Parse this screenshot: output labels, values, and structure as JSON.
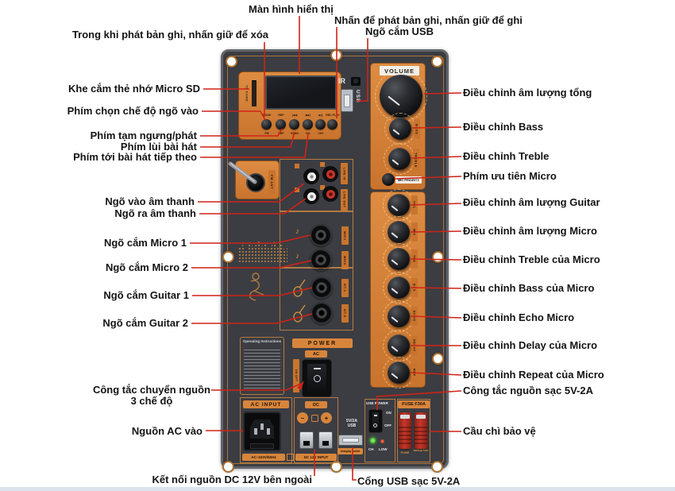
{
  "colors": {
    "panel": "#3b3d42",
    "accent_orange": "#d8853c",
    "leader_red": "#cf2318",
    "label_black": "#141414"
  },
  "callouts": {
    "top": [
      {
        "label": "Trong khi phát bản ghi, nhấn giữ để xóa"
      },
      {
        "label": "Màn hình hiển thị"
      },
      {
        "label": "Nhấn để phát bản ghi, nhấn giữ để ghi"
      },
      {
        "label": "Ngõ cắm USB"
      }
    ],
    "left": [
      {
        "label": "Khe cắm thẻ nhớ Micro SD"
      },
      {
        "label": "Phím chọn chế độ ngõ vào"
      },
      {
        "label": "Phím tạm ngưng/phát"
      },
      {
        "label": "Phím lùi bài hát"
      },
      {
        "label": "Phím tới bài hát tiếp theo"
      },
      {
        "label": "Ngõ vào âm thanh"
      },
      {
        "label": "Ngõ ra âm thanh"
      },
      {
        "label": "Ngõ cắm Micro 1"
      },
      {
        "label": "Ngõ cắm Micro 2"
      },
      {
        "label": "Ngõ cắm Guitar 1"
      },
      {
        "label": "Ngõ cắm Guitar 2"
      },
      {
        "label": "Công tắc chuyển nguồn",
        "label2": "3 chế độ"
      },
      {
        "label": "Nguồn AC vào"
      }
    ],
    "right": [
      {
        "label": "Điều chỉnh âm lượng tổng"
      },
      {
        "label": "Điều chỉnh Bass"
      },
      {
        "label": "Điều chỉnh Treble"
      },
      {
        "label": "Phím ưu tiên Micro"
      },
      {
        "label": "Điều chỉnh âm lượng Guitar"
      },
      {
        "label": "Điều chỉnh âm lượng Micro"
      },
      {
        "label": "Điều chỉnh Treble của Micro"
      },
      {
        "label": "Điều chỉnh Bass của Micro"
      },
      {
        "label": "Điều chỉnh Echo Micro"
      },
      {
        "label": "Điều chỉnh Delay của Micro"
      },
      {
        "label": "Điều chỉnh Repeat của Micro"
      },
      {
        "label": "Công tắc nguồn sạc 5V-2A"
      },
      {
        "label": "Cầu chì bảo vệ"
      }
    ],
    "bottom": [
      {
        "label": "Kết nối nguồn DC 12V bên ngoài"
      },
      {
        "label": "Cổng USB sạc 5V-2A"
      }
    ]
  },
  "panel": {
    "player": {
      "tf_card": "TF CARD",
      "ir": "IR",
      "usb": "USB",
      "buttons_top": [
        "MODE",
        "REP",
        "|◀◀",
        "▶▶|",
        "▶||",
        "REC PLAY"
      ],
      "buttons_bottom": [
        "FM",
        "REP",
        "SCAN",
        "CH-",
        "CH+"
      ]
    },
    "volume": "VOLUME",
    "bass_tag": "BASS",
    "treble_tag": "TREBLE",
    "mic_priority": "MIC PRIORITY",
    "knob_tags": [
      "VOL",
      "MIC",
      "TRE",
      "BAS",
      "ECHO",
      "DELAY",
      "REP"
    ],
    "io": {
      "fm_ant": "FM ANT",
      "line_in": "LINE IN",
      "line_out": "LINE OUT",
      "mic1": "MIC1",
      "mic2": "MIC2",
      "gt1": "GT.1",
      "gt2": "GT.2",
      "note1": "♪",
      "note2": "♪"
    },
    "power": {
      "header": "POWER",
      "ac": "AC",
      "dc": "DC",
      "on_off": "ON OFF",
      "instructions": "Operating Instructions"
    },
    "bottom": {
      "ac_input": "AC INPUT",
      "ac_rating": "AC~220V/50Hz",
      "dc_input": "DC 12V INPUT",
      "usb_5v_line1": "5V/2A",
      "usb_5v_line2": "USB",
      "charging_socket": "charging socket",
      "usb_power": "USB POWER",
      "on": "ON",
      "off": "OFF",
      "ch": "CH",
      "low": "LOW",
      "fuse_header": "FUSE F30A",
      "fuse": "FUSE",
      "backup_fuse": "backup fuse"
    }
  }
}
